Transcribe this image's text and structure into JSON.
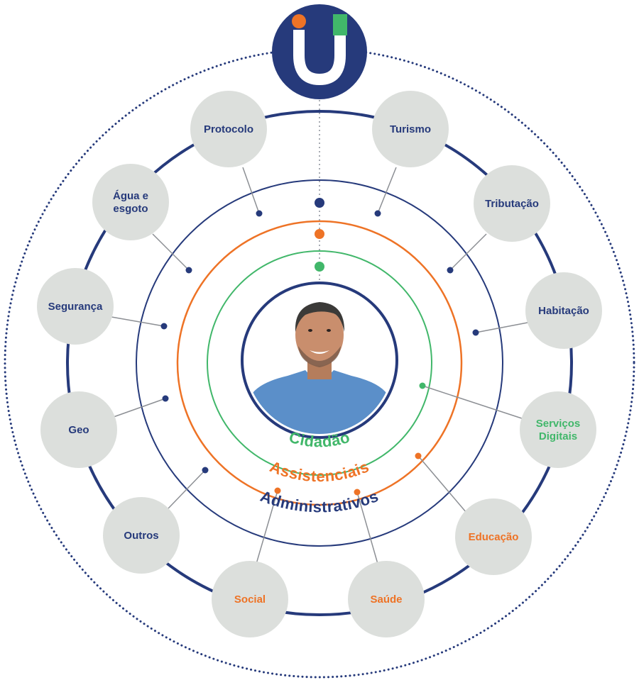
{
  "colors": {
    "navy": "#263a7b",
    "orange": "#ee7326",
    "green": "#41b76a",
    "node_fill": "#dcdfdc",
    "skin": "#c98e6d",
    "shirt": "#5b8fc9",
    "hair": "#3b3a38"
  },
  "logo": {
    "icon": "u-logo-icon"
  },
  "rings": {
    "inner": "Cidadão",
    "middle": "Assistenciais",
    "outer": "Administrativos"
  },
  "center": {
    "icon": "person-photo"
  },
  "nodes": [
    {
      "label": "Protocolo",
      "group": "administrativos"
    },
    {
      "label": "Turismo",
      "group": "administrativos"
    },
    {
      "label": "Água e esgoto",
      "group": "administrativos"
    },
    {
      "label": "Tributação",
      "group": "administrativos"
    },
    {
      "label": "Segurança",
      "group": "administrativos"
    },
    {
      "label": "Habitação",
      "group": "administrativos"
    },
    {
      "label": "Geo",
      "group": "administrativos"
    },
    {
      "label": "Serviços Digitais",
      "group": "cidadao"
    },
    {
      "label": "Outros",
      "group": "administrativos"
    },
    {
      "label": "Educação",
      "group": "assistenciais"
    },
    {
      "label": "Social",
      "group": "assistenciais"
    },
    {
      "label": "Saúde",
      "group": "assistenciais"
    }
  ]
}
